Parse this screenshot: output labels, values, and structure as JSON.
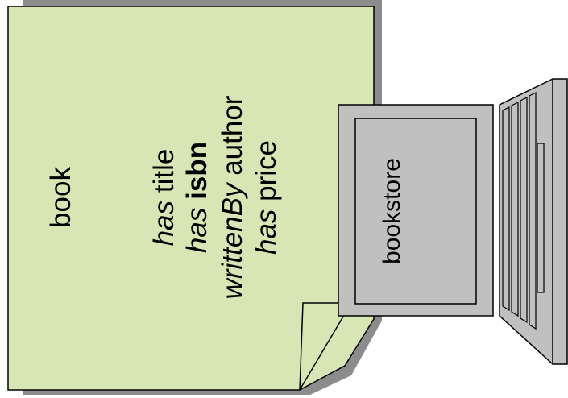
{
  "document_card": {
    "title": "book",
    "properties": [
      {
        "verb": "has",
        "name": "title",
        "bold": false
      },
      {
        "verb": "has",
        "name": "isbn",
        "bold": true
      },
      {
        "verb": "writtenBy",
        "name": "author",
        "bold": false
      },
      {
        "verb": "has",
        "name": "price",
        "bold": false
      }
    ]
  },
  "computer": {
    "screen_label": "bookstore"
  },
  "colors": {
    "card_fill": "#d8e6b6",
    "card_shadow": "#8c8c8c",
    "monitor_fill": "#c0c0c0",
    "screen_fill": "#c0c0c0",
    "outline": "#000000"
  }
}
